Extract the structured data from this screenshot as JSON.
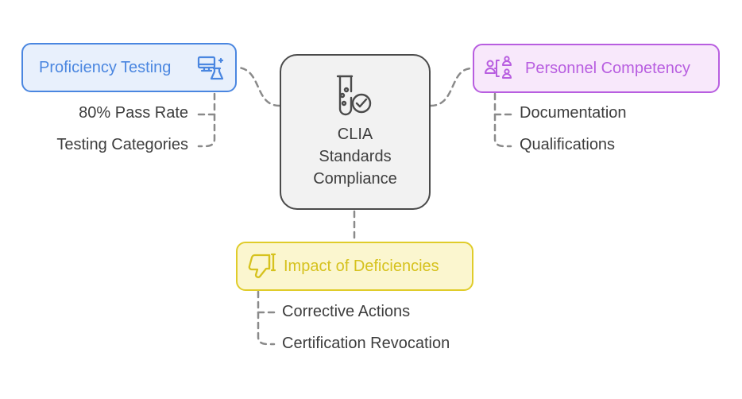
{
  "center": {
    "title_lines": [
      "CLIA",
      "Standards",
      "Compliance"
    ],
    "icon": "test-tube-check-icon"
  },
  "branches": [
    {
      "id": "proficiency-testing",
      "label": "Proficiency Testing",
      "icon": "computer-flask-icon",
      "color": "#4a86e0",
      "children": [
        "80% Pass Rate",
        "Testing Categories"
      ]
    },
    {
      "id": "personnel-competency",
      "label": "Personnel Competency",
      "icon": "people-hierarchy-icon",
      "color": "#b85ee0",
      "children": [
        "Documentation",
        "Qualifications"
      ]
    },
    {
      "id": "impact-of-deficiencies",
      "label": "Impact of Deficiencies",
      "icon": "thumbs-down-icon",
      "color": "#e0cc2a",
      "children": [
        "Corrective Actions",
        "Certification Revocation"
      ]
    }
  ]
}
